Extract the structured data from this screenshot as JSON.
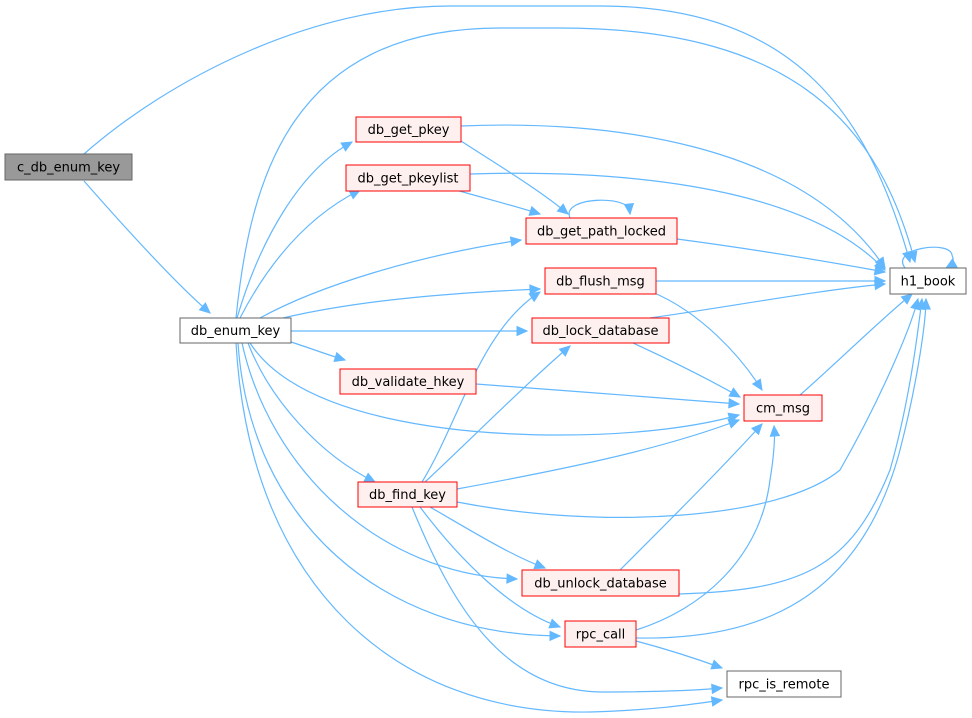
{
  "graph": {
    "nodes": [
      {
        "id": "c_db_enum_key",
        "label": "c_db_enum_key",
        "style": "root"
      },
      {
        "id": "db_enum_key",
        "label": "db_enum_key",
        "style": "plain"
      },
      {
        "id": "db_get_pkey",
        "label": "db_get_pkey",
        "style": "red"
      },
      {
        "id": "db_get_pkeylist",
        "label": "db_get_pkeylist",
        "style": "red"
      },
      {
        "id": "db_get_path_locked",
        "label": "db_get_path_locked",
        "style": "red"
      },
      {
        "id": "db_flush_msg",
        "label": "db_flush_msg",
        "style": "red"
      },
      {
        "id": "db_lock_database",
        "label": "db_lock_database",
        "style": "red"
      },
      {
        "id": "db_validate_hkey",
        "label": "db_validate_hkey",
        "style": "red"
      },
      {
        "id": "cm_msg",
        "label": "cm_msg",
        "style": "red"
      },
      {
        "id": "h1_book",
        "label": "h1_book",
        "style": "plain"
      },
      {
        "id": "db_find_key",
        "label": "db_find_key",
        "style": "red"
      },
      {
        "id": "db_unlock_database",
        "label": "db_unlock_database",
        "style": "red"
      },
      {
        "id": "rpc_call",
        "label": "rpc_call",
        "style": "red"
      },
      {
        "id": "rpc_is_remote",
        "label": "rpc_is_remote",
        "style": "plain"
      }
    ],
    "edges": [
      {
        "from": "c_db_enum_key",
        "to": "h1_book"
      },
      {
        "from": "c_db_enum_key",
        "to": "db_enum_key"
      },
      {
        "from": "db_enum_key",
        "to": "h1_book"
      },
      {
        "from": "db_enum_key",
        "to": "db_get_pkey"
      },
      {
        "from": "db_enum_key",
        "to": "db_get_pkeylist"
      },
      {
        "from": "db_enum_key",
        "to": "db_get_path_locked"
      },
      {
        "from": "db_enum_key",
        "to": "db_flush_msg"
      },
      {
        "from": "db_enum_key",
        "to": "db_lock_database"
      },
      {
        "from": "db_enum_key",
        "to": "db_validate_hkey"
      },
      {
        "from": "db_enum_key",
        "to": "cm_msg"
      },
      {
        "from": "db_enum_key",
        "to": "db_find_key"
      },
      {
        "from": "db_enum_key",
        "to": "db_unlock_database"
      },
      {
        "from": "db_enum_key",
        "to": "rpc_call"
      },
      {
        "from": "db_enum_key",
        "to": "rpc_is_remote"
      },
      {
        "from": "db_get_pkey",
        "to": "h1_book"
      },
      {
        "from": "db_get_pkey",
        "to": "db_get_path_locked"
      },
      {
        "from": "db_get_pkeylist",
        "to": "h1_book"
      },
      {
        "from": "db_get_pkeylist",
        "to": "db_get_path_locked"
      },
      {
        "from": "db_get_path_locked",
        "to": "db_get_path_locked"
      },
      {
        "from": "db_get_path_locked",
        "to": "h1_book"
      },
      {
        "from": "db_flush_msg",
        "to": "h1_book"
      },
      {
        "from": "db_flush_msg",
        "to": "cm_msg"
      },
      {
        "from": "db_lock_database",
        "to": "h1_book"
      },
      {
        "from": "db_lock_database",
        "to": "cm_msg"
      },
      {
        "from": "db_validate_hkey",
        "to": "cm_msg"
      },
      {
        "from": "cm_msg",
        "to": "h1_book"
      },
      {
        "from": "h1_book",
        "to": "h1_book"
      },
      {
        "from": "db_find_key",
        "to": "db_flush_msg"
      },
      {
        "from": "db_find_key",
        "to": "db_lock_database"
      },
      {
        "from": "db_find_key",
        "to": "cm_msg"
      },
      {
        "from": "db_find_key",
        "to": "h1_book"
      },
      {
        "from": "db_find_key",
        "to": "db_unlock_database"
      },
      {
        "from": "db_find_key",
        "to": "rpc_call"
      },
      {
        "from": "db_find_key",
        "to": "rpc_is_remote"
      },
      {
        "from": "db_unlock_database",
        "to": "cm_msg"
      },
      {
        "from": "db_unlock_database",
        "to": "h1_book"
      },
      {
        "from": "rpc_call",
        "to": "cm_msg"
      },
      {
        "from": "rpc_call",
        "to": "h1_book"
      },
      {
        "from": "rpc_call",
        "to": "rpc_is_remote"
      }
    ]
  },
  "colors": {
    "edge": "#63b8ff",
    "root_fill": "#999999",
    "root_stroke": "#666666",
    "plain_fill": "#ffffff",
    "plain_stroke": "#666666",
    "red_fill": "#fff0f0",
    "red_stroke": "#ff0000"
  }
}
